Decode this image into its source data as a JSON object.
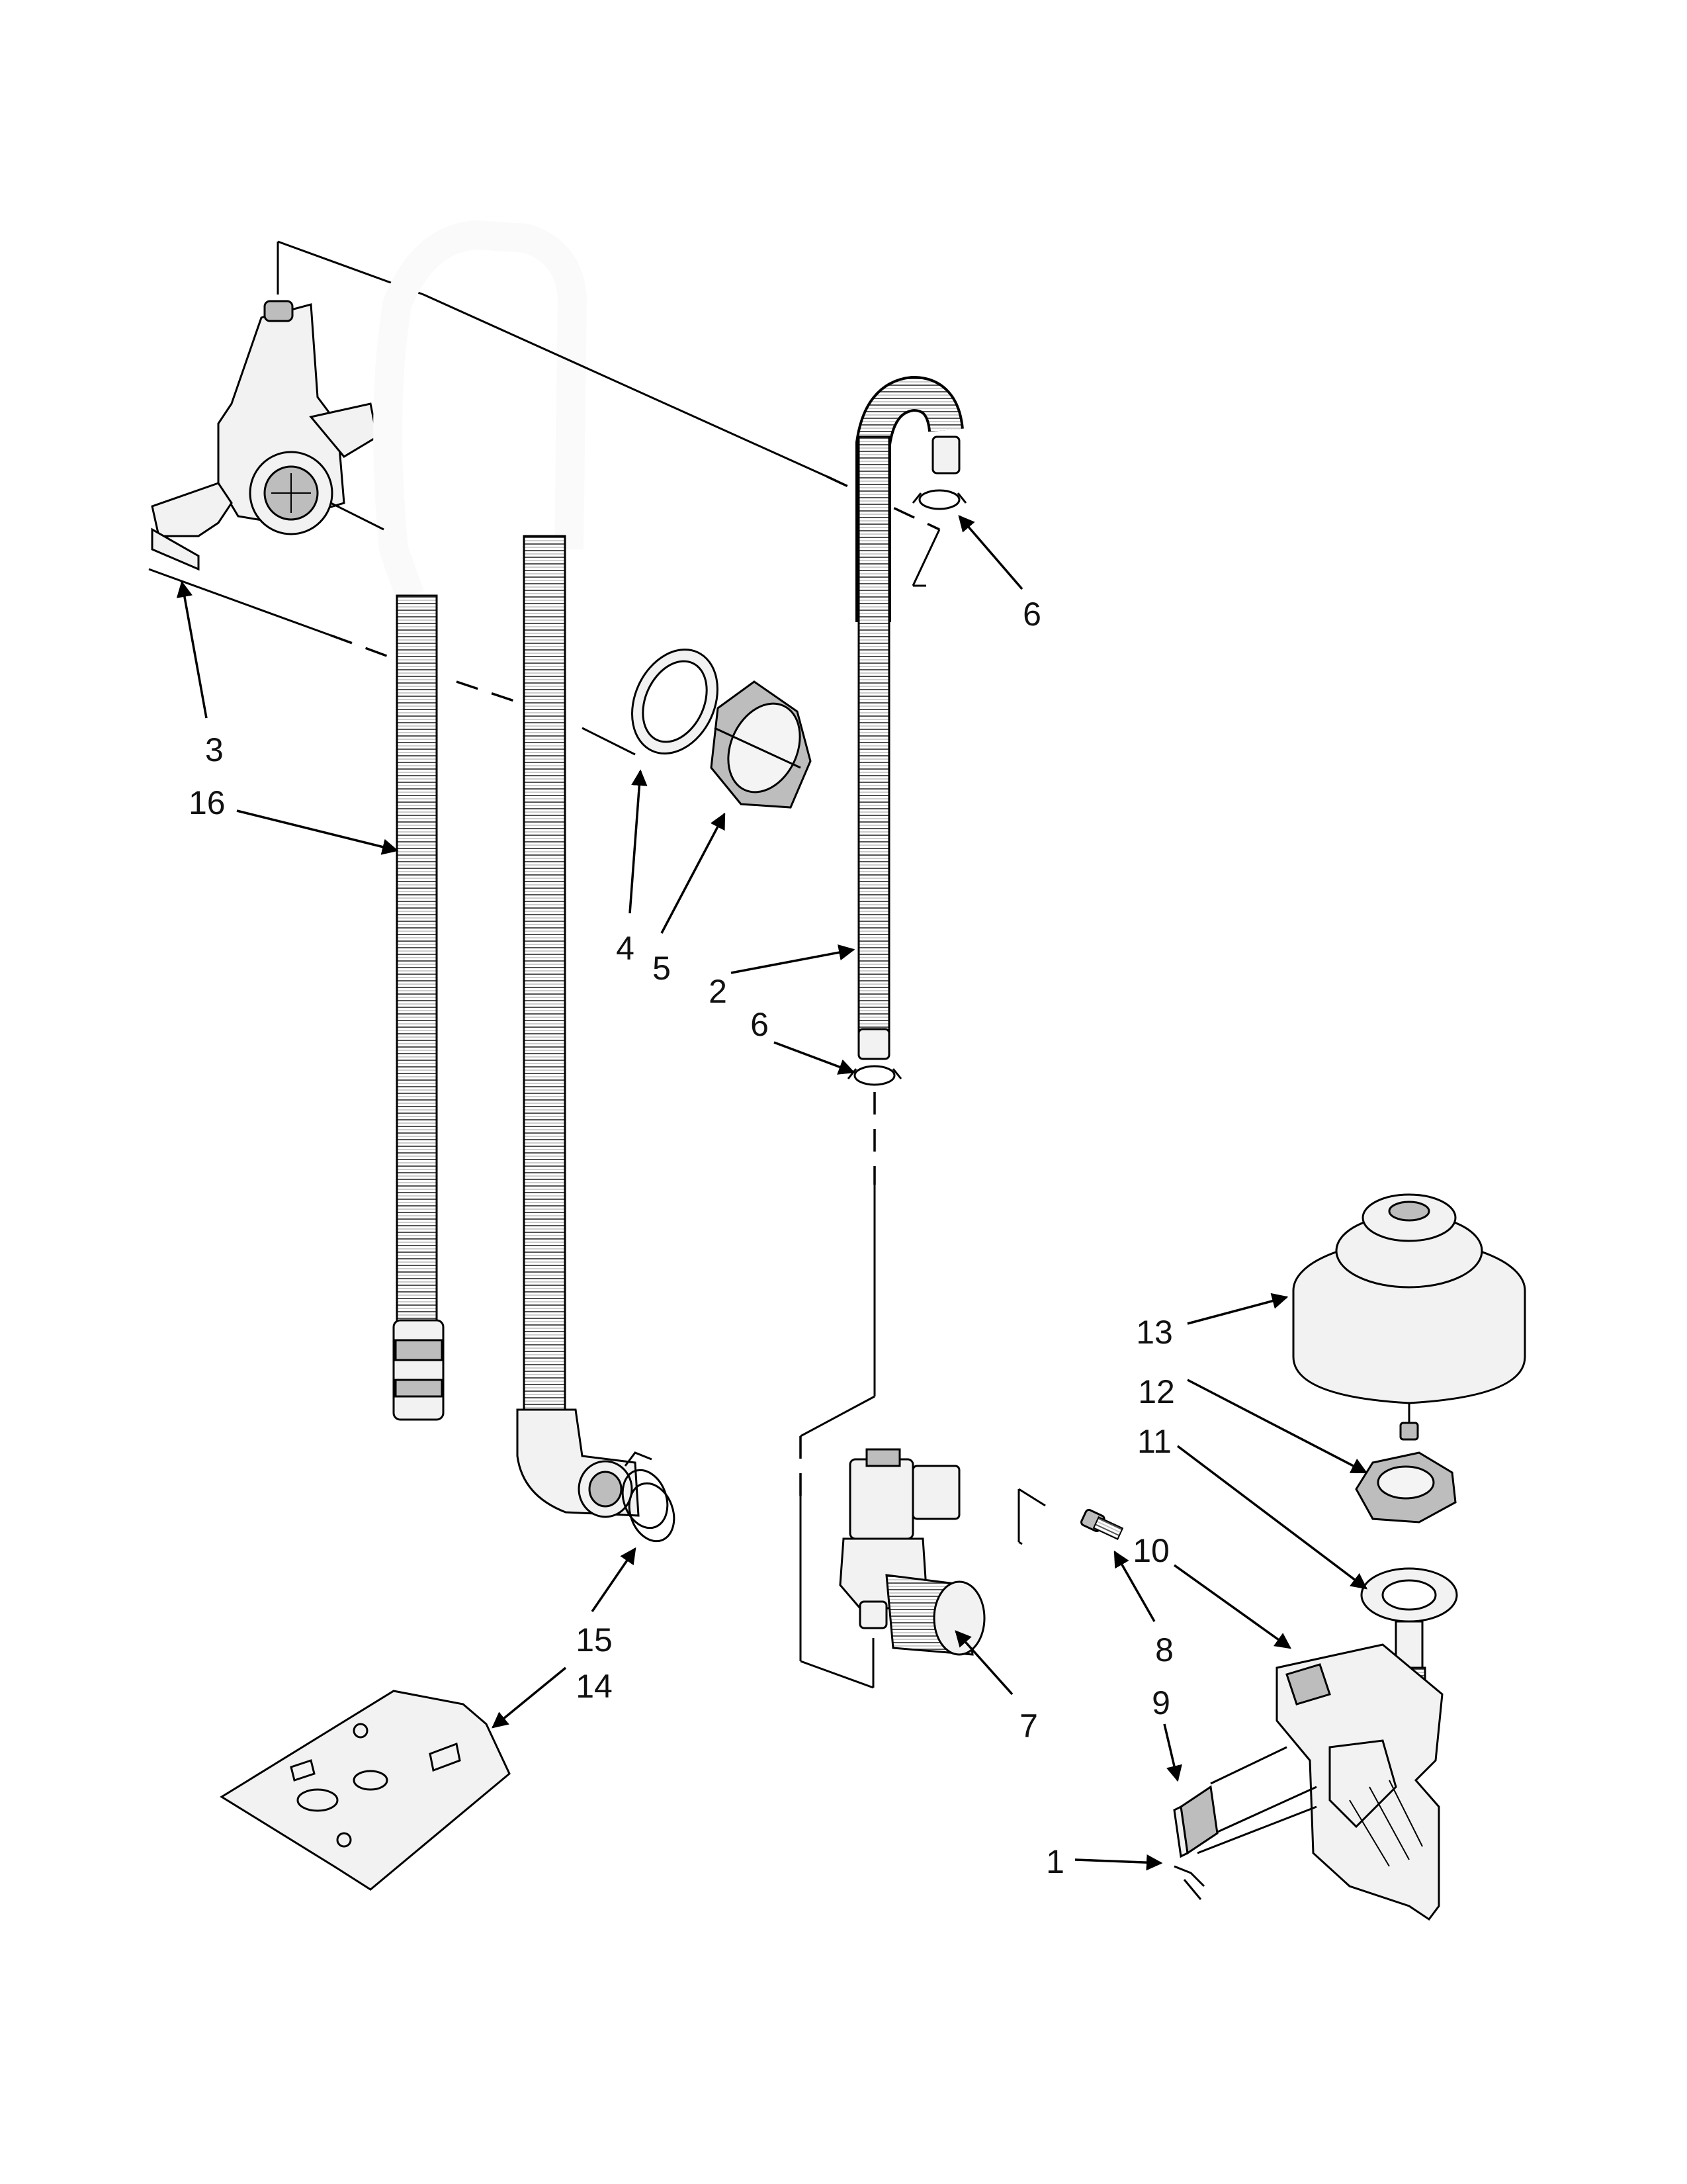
{
  "labels": {
    "p1": "1",
    "p2": "2",
    "p3": "3",
    "p4": "4",
    "p5": "5",
    "p6a": "6",
    "p6b": "6",
    "p7": "7",
    "p8": "8",
    "p9": "9",
    "p10": "10",
    "p11": "11",
    "p12": "12",
    "p13": "13",
    "p14": "14",
    "p15": "15",
    "p16": "16"
  },
  "colors": {
    "ink": "#000000",
    "paper": "#ffffff",
    "shade": "#bdbdbd",
    "light": "#f2f2f2"
  }
}
